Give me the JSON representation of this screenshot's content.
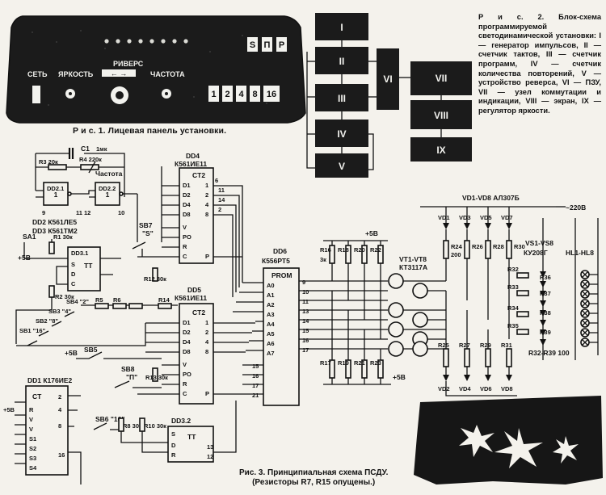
{
  "fig1": {
    "caption": "Р и с. 1. Лицевая панель установки.",
    "panel": {
      "buttons_top": [
        "S",
        "П",
        "Р"
      ],
      "label_revers": "РИВЕРС",
      "label_power": "СЕТЬ",
      "label_brightness": "ЯРКОСТЬ",
      "label_frequency": "ЧАСТОТА",
      "buttons_bottom": [
        "1",
        "2",
        "4",
        "8",
        "16"
      ]
    }
  },
  "fig2": {
    "caption": "Р и с. 2. Блок-схема программируемой светодинамической установки: I — генератор импульсов, II — счетчик тактов, III — счетчик программ, IV — счетчик количества повторений, V — устройство реверса, VI — ПЗУ, VII — узел коммутации и индикации, VIII — экран, IX — регулятор яркости.",
    "blocks": [
      "I",
      "II",
      "III",
      "IV",
      "V",
      "VI",
      "VII",
      "VIII",
      "IX"
    ]
  },
  "fig3": {
    "caption_line1": "Рис. 3. Принципиальная схема ПСДУ.",
    "caption_line2": "(Резисторы R7, R15 опущены.)",
    "labels": {
      "c1": "C1",
      "c1_val": "1мк",
      "r3": "R3 20к",
      "r4": "R4 220к",
      "freq": "Частота",
      "dd21": "DD2.1",
      "dd22": "DD2.2",
      "dd2": "DD2 К561ЛЕ5",
      "dd3": "DD3 К561ТМ2",
      "sa1": "SA1",
      "p5v": "+5В",
      "r1": "R1 30к",
      "dd31": "DD3.1",
      "tt": "TT",
      "r2": "R2 30к",
      "sb7": "SB7",
      "sb7_s": "\"S\"",
      "dd4": "DD4",
      "dd4_type": "К561ИЕ11",
      "r12": "R12 30к",
      "dd5": "DD5",
      "dd5_type": "К561ИЕ11",
      "ct2": "CT2",
      "sb1": "SB1 \"16\"",
      "sb2": "SB2 \"8\"",
      "sb3": "SB3 \"4\"",
      "sb4": "SB4 \"2\"",
      "r5": "R5",
      "r6": "R6",
      "r14": "R14",
      "sb5": "SB5",
      "p5v2": "+5В",
      "sb8": "SB8",
      "sb8_p": "\"П\"",
      "r13": "R13 30к",
      "dd1": "DD1 К176ИЕ2",
      "ct": "CT",
      "sb6": "SB6 \"16\"",
      "r8": "R8 30к",
      "r10": "R10 30к",
      "dd32": "DD3.2",
      "tt2": "TT",
      "dd6": "DD6",
      "dd6_type": "К556РТ5",
      "prom": "PROM",
      "r16": "R16",
      "r18": "R18",
      "r20": "R20",
      "r22": "R22",
      "k3": "3к",
      "vt": "VT1-VT8",
      "vt_type": "КТ3117А",
      "vd": "VD1-VD8 АЛ307Б",
      "vs": "VS1-VS8",
      "vs_type": "КУ208Г",
      "hl": "HL1-HL8",
      "mains": "~220В",
      "r17": "R17",
      "r19": "R19",
      "r21": "R21",
      "r23": "R23",
      "p5v3": "+5В",
      "r24": "R24",
      "r26": "R26",
      "r28": "R28",
      "r30": "R30",
      "r200": "200",
      "r25": "R25",
      "r27": "R27",
      "r29": "R29",
      "r31": "R31",
      "r32": "R32",
      "r33": "R33",
      "r34": "R34",
      "r35": "R35",
      "r36": "R36",
      "r37": "R37",
      "r38": "R38",
      "r39": "R39",
      "r32_39": "R32-R39 100",
      "vd1": "VD1",
      "vd3": "VD3",
      "vd5": "VD5",
      "vd7": "VD7",
      "vd2": "VD2",
      "vd4": "VD4",
      "vd6": "VD6",
      "vd8": "VD8"
    }
  },
  "colors": {
    "ink": "#111111",
    "paper": "#f4f2ec",
    "panel_dark": "#1b1b1b"
  }
}
